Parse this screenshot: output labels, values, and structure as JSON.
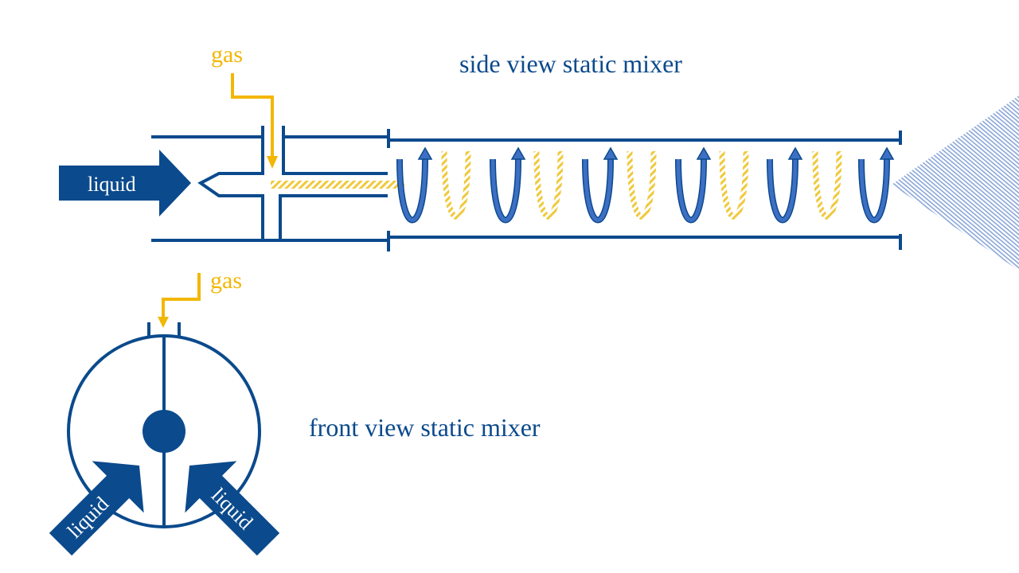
{
  "side_view": {
    "title": "side view static mixer",
    "gas_label": "gas",
    "liquid_label": "liquid"
  },
  "front_view": {
    "title": "front view static mixer",
    "gas_label": "gas",
    "liquid_left_label": "liquid",
    "liquid_right_label": "liquid"
  },
  "colors": {
    "pipe": "#0b4a8c",
    "gas": "#f2b705",
    "loop_blue": "#3d6fc4",
    "loop_yellow": "#f0c93c",
    "spray": "#8aa6d8"
  }
}
